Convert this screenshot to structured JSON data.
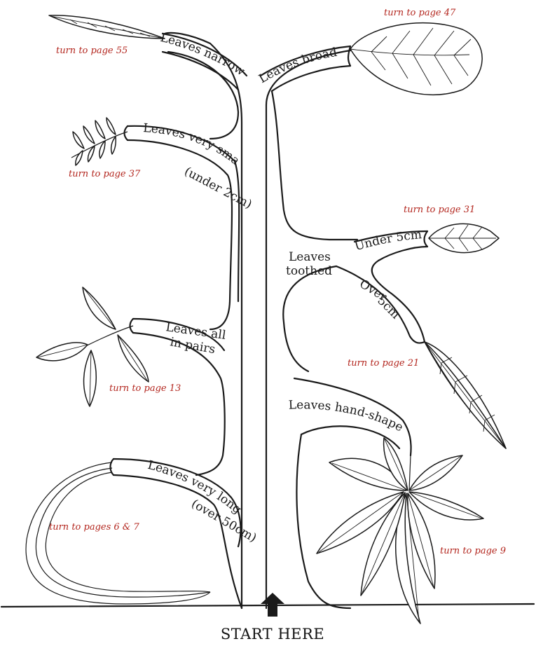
{
  "start_label": "START HERE",
  "branches": {
    "narrow": {
      "label": "Leaves narrow",
      "turn": "turn to page 55"
    },
    "broad": {
      "label": "Leaves broad",
      "turn": "turn to page 47"
    },
    "very_small": {
      "label_line1": "Leaves very small",
      "label_line2": "(under 2cm)",
      "turn": "turn to page 37"
    },
    "toothed": {
      "label_line1": "Leaves",
      "label_line2": "toothed"
    },
    "under_5cm": {
      "label": "Under 5cm",
      "turn": "turn to page 31"
    },
    "over_5cm": {
      "label_line1": "Over",
      "label_line2": "5cm",
      "turn": "turn to page 21"
    },
    "pairs": {
      "label_line1": "Leaves all",
      "label_line2": "in pairs",
      "turn": "turn to page 13"
    },
    "hand_shaped": {
      "label": "Leaves hand-shaped",
      "turn": "turn to page 9"
    },
    "very_long": {
      "label_line1": "Leaves very long",
      "label_line2": "(over 50cm)",
      "turn": "turn to pages 6 & 7"
    }
  }
}
